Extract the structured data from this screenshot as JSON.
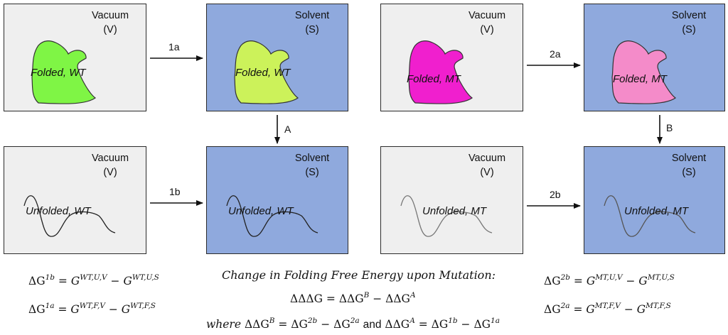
{
  "panels": {
    "p1": {
      "title_line1": "Vacuum",
      "title_line2": "(V)",
      "molecule": "Folded, WT",
      "shape_fill": "#7ff545"
    },
    "p2": {
      "title_line1": "Solvent",
      "title_line2": "(S)",
      "molecule": "Folded, WT",
      "shape_fill": "#ccf25a"
    },
    "p3": {
      "title_line1": "Vacuum",
      "title_line2": "(V)",
      "molecule": "Folded, MT",
      "shape_fill": "#f01fce"
    },
    "p4": {
      "title_line1": "Solvent",
      "title_line2": "(S)",
      "molecule": "Folded, MT",
      "shape_fill": "#f48bc9"
    },
    "p5": {
      "title_line1": "Vacuum",
      "title_line2": "(V)",
      "molecule": "Unfolded, WT"
    },
    "p6": {
      "title_line1": "Solvent",
      "title_line2": "(S)",
      "molecule": "Unfolded, WT"
    },
    "p7": {
      "title_line1": "Vacuum",
      "title_line2": "(V)",
      "molecule": "Unfolded, MT"
    },
    "p8": {
      "title_line1": "Solvent",
      "title_line2": "(S)",
      "molecule": "Unfolded, MT"
    }
  },
  "arrows": {
    "a1a": "1a",
    "a2a": "2a",
    "aA": "A",
    "aB": "B",
    "a1b": "1b",
    "a2b": "2b"
  },
  "equations": {
    "left_top": {
      "lhs": "ΔG",
      "lhs_sup": "1b",
      "t1": "G",
      "t1_sup": "WT,U,V",
      "t2": "G",
      "t2_sup": "WT,U,S"
    },
    "left_bottom": {
      "lhs": "ΔG",
      "lhs_sup": "1a",
      "t1": "G",
      "t1_sup": "WT,F,V",
      "t2": "G",
      "t2_sup": "WT,F,S"
    },
    "right_top": {
      "lhs": "ΔG",
      "lhs_sup": "2b",
      "t1": "G",
      "t1_sup": "MT,U,V",
      "t2": "G",
      "t2_sup": "MT,U,S"
    },
    "right_bottom": {
      "lhs": "ΔG",
      "lhs_sup": "2a",
      "t1": "G",
      "t1_sup": "MT,F,V",
      "t2": "G",
      "t2_sup": "MT,F,S"
    },
    "center_title": "Change in Folding Free Energy  upon Mutation:",
    "center_main": {
      "lhs": "ΔΔΔG",
      "t1": "ΔΔG",
      "t1_sup": "B",
      "t2": "ΔΔG",
      "t2_sup": "A"
    },
    "center_where": {
      "where": "where",
      "a_lhs": "ΔΔG",
      "a_lhs_sup": "B",
      "a_t1": "ΔG",
      "a_t1_sup": "2b",
      "a_t2": "ΔG",
      "a_t2_sup": "2a",
      "and": "and",
      "b_lhs": "ΔΔG",
      "b_lhs_sup": "A",
      "b_t1": "ΔG",
      "b_t1_sup": "1b",
      "b_t2": "ΔG",
      "b_t2_sup": "1a"
    }
  }
}
